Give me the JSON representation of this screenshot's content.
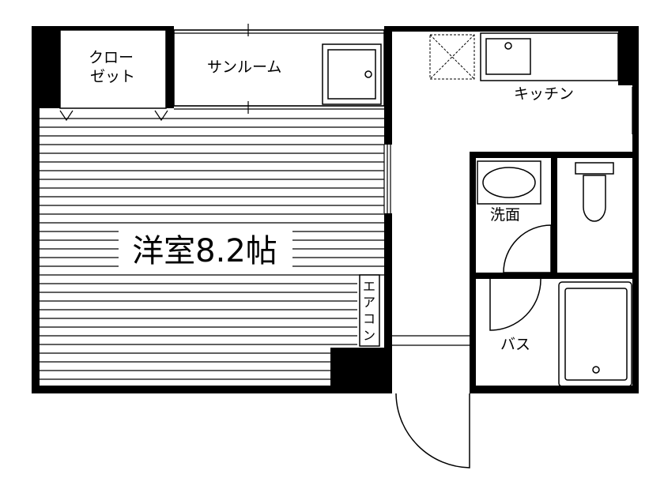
{
  "rooms": {
    "closet": [
      "クロー",
      "ゼット"
    ],
    "sunroom": "サンルーム",
    "kitchen": "キッチン",
    "western_room": "洋室8.2帖",
    "aircon": [
      "エ",
      "ア",
      "コ",
      "ン"
    ],
    "washroom": "洗面",
    "bath": "バス"
  },
  "colors": {
    "wall": "#000000",
    "floor_lines": "#000000",
    "background": "#ffffff"
  }
}
